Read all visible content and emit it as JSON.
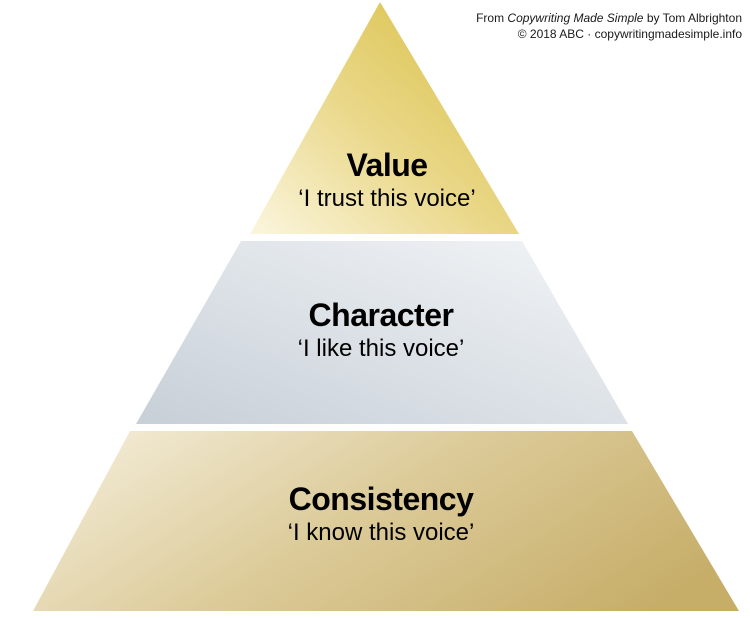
{
  "credit": {
    "prefix": "From ",
    "book_title": "Copywriting Made Simple",
    "author_part": " by Tom Albrighton",
    "line2": "© 2018 ABC · copywritingmadesimple.info"
  },
  "tiers": {
    "top": {
      "title": "Value",
      "subtitle": "‘I trust this voice’",
      "color": "#e0c65a"
    },
    "middle": {
      "title": "Character",
      "subtitle": "‘I like this voice’",
      "color": "#d5dbe1"
    },
    "bottom": {
      "title": "Consistency",
      "subtitle": "‘I know this voice’",
      "color": "#cdb77a"
    }
  }
}
